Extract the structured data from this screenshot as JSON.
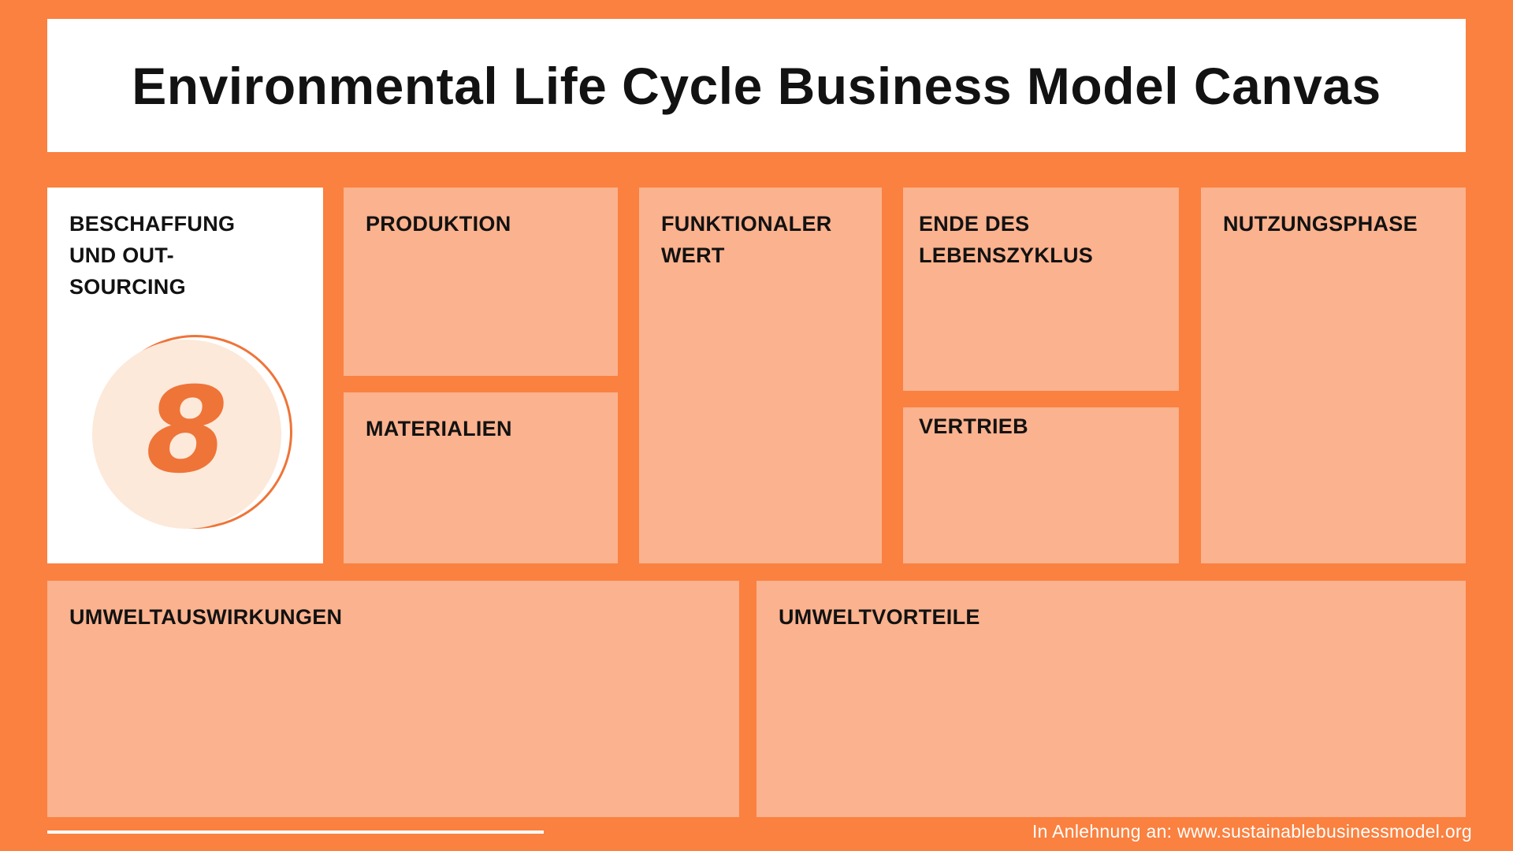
{
  "title": "Environmental Life Cycle Business Model Canvas",
  "attribution": "In Anlehnung an: www.sustainablebusinessmodel.org",
  "badge": {
    "value": "8"
  },
  "sections": {
    "beschaffung": {
      "label": "BESCHAFFUNG\nUND OUT-\nSOURCING"
    },
    "produktion": {
      "label": "PRODUKTION"
    },
    "materialien": {
      "label": "MATERIALIEN"
    },
    "funktionaler_wert": {
      "label": "FUNKTIONALER\nWERT"
    },
    "ende_des_lebenszyklus": {
      "label": "ENDE DES\nLEBENSZYKLUS"
    },
    "vertrieb": {
      "label": "VERTRIEB"
    },
    "nutzungsphase": {
      "label": "NUTZUNGSPHASE"
    },
    "umweltauswirkungen": {
      "label": "UMWELTAUSWIRKUNGEN"
    },
    "umweltvorteile": {
      "label": "UMWELTVORTEILE"
    }
  },
  "colors": {
    "background_orange": "#FA8140",
    "box_peach": "#FBB28E",
    "box_white": "#FFFFFF",
    "badge_fill": "#FCE9DA",
    "badge_accent": "#EF7438",
    "text_black": "#121212",
    "text_white": "#FFFFFF"
  }
}
